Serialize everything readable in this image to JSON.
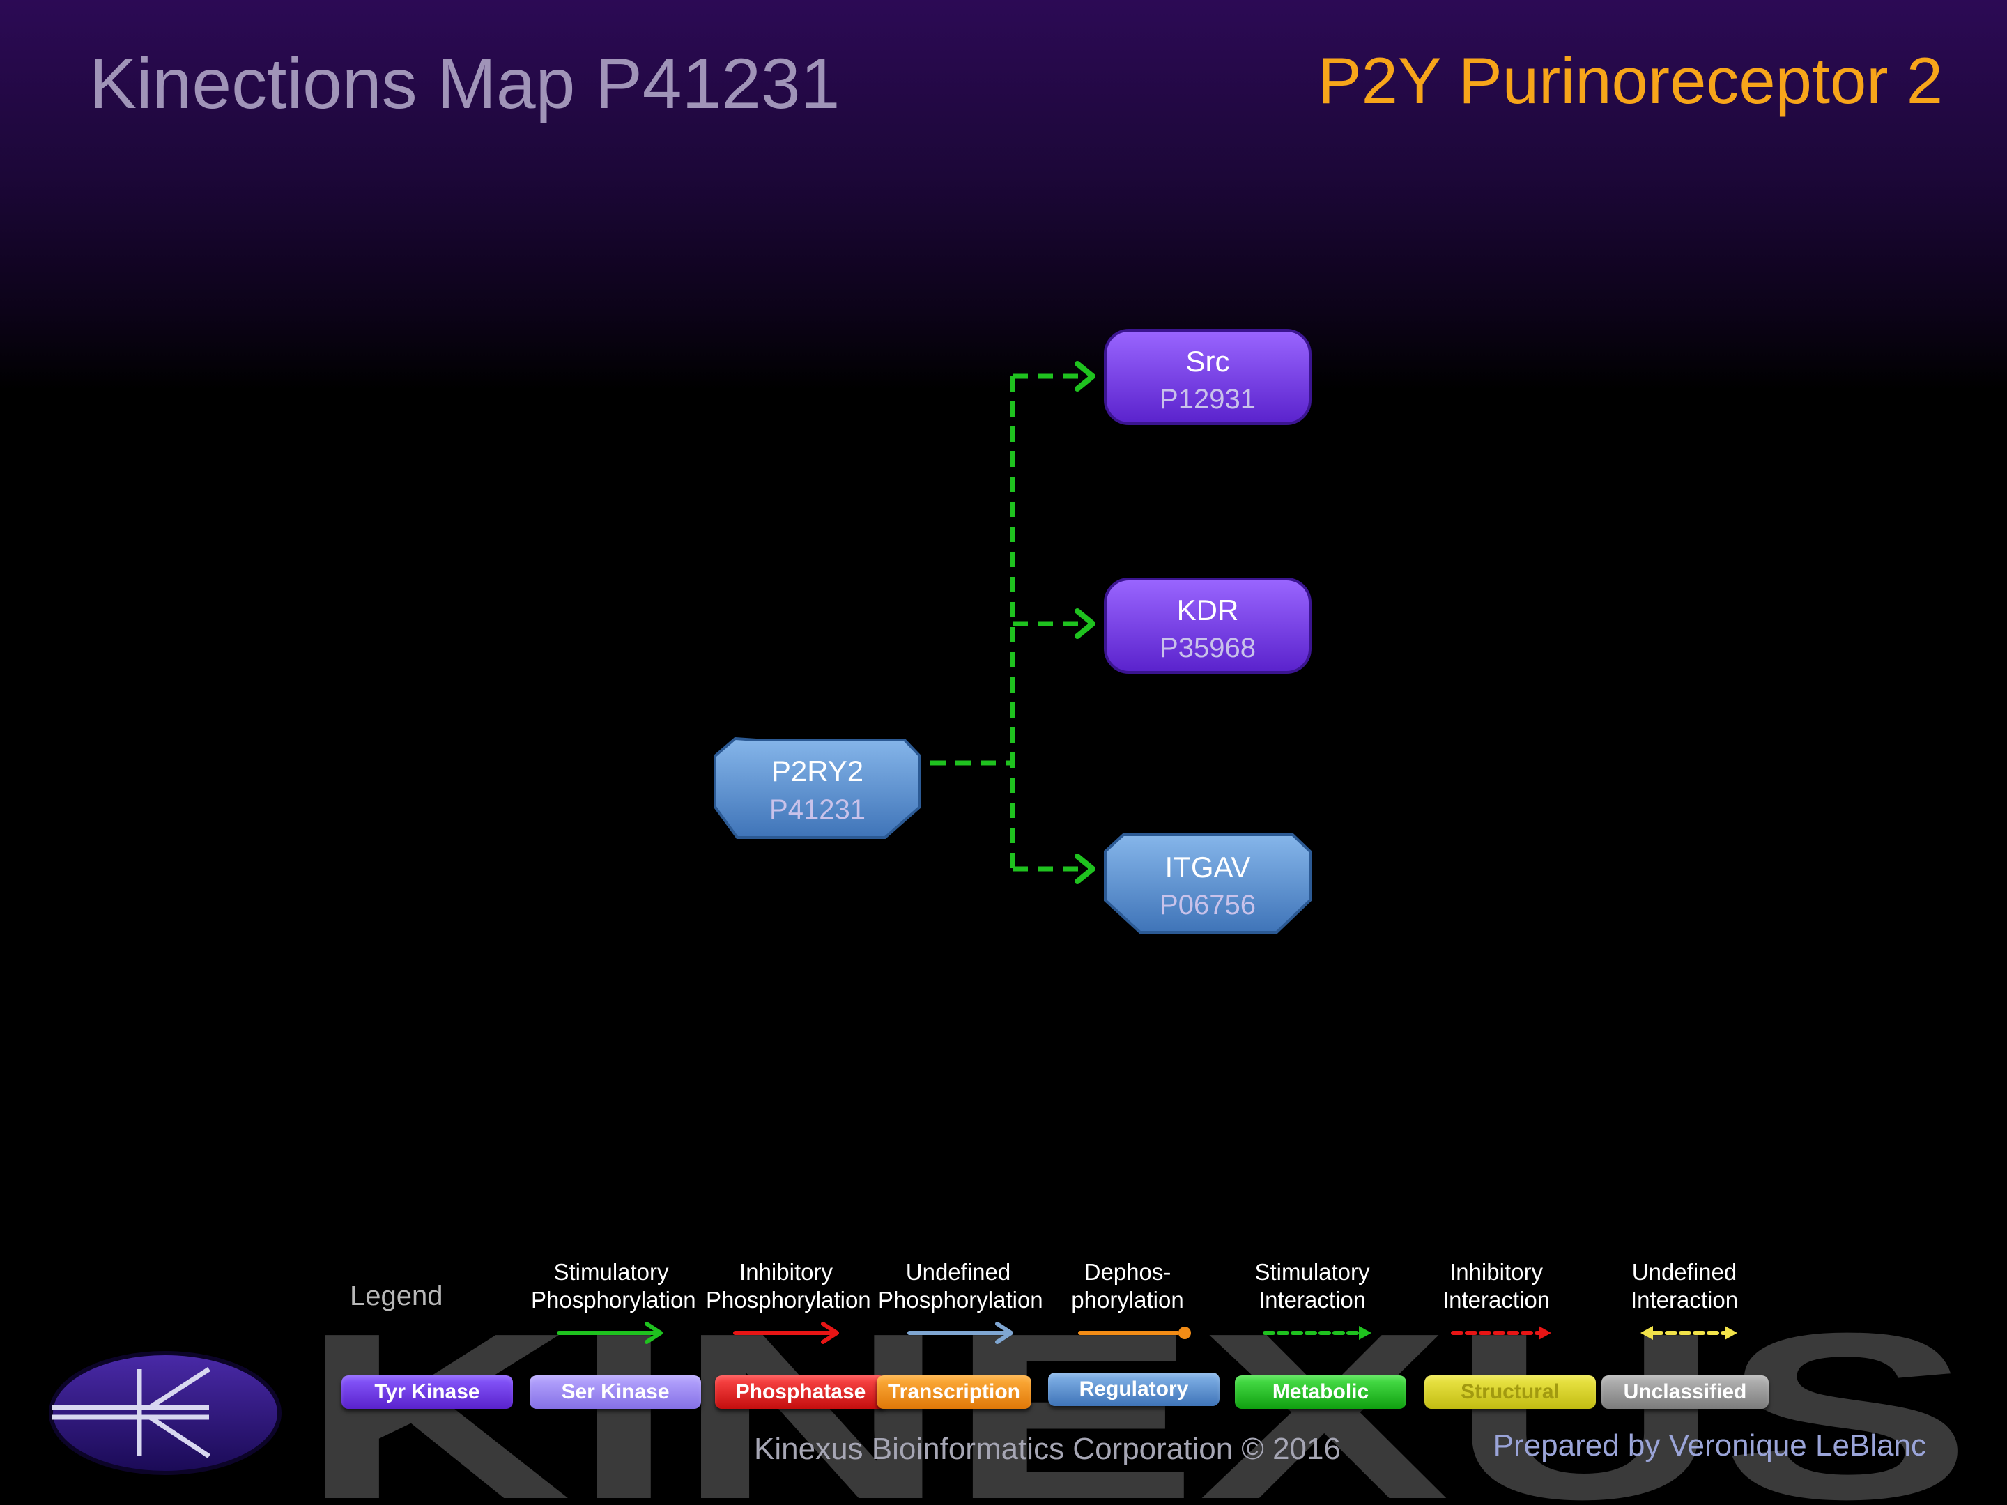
{
  "header": {
    "map_title": "Kinections Map P41231",
    "protein_name": "P2Y Purinoreceptor 2"
  },
  "nodes": [
    {
      "id": "P2RY2",
      "name": "P2RY2",
      "accession": "P41231",
      "category": "Regulatory",
      "color": "#5b9bd5"
    },
    {
      "id": "Src",
      "name": "Src",
      "accession": "P12931",
      "category": "Tyr Kinase",
      "color": "#7b3fe4"
    },
    {
      "id": "KDR",
      "name": "KDR",
      "accession": "P35968",
      "category": "Tyr Kinase",
      "color": "#7b3fe4"
    },
    {
      "id": "ITGAV",
      "name": "ITGAV",
      "accession": "P06756",
      "category": "Regulatory",
      "color": "#5b9bd5"
    }
  ],
  "edges": [
    {
      "from": "P2RY2",
      "to": "Src",
      "type": "Stimulatory Interaction",
      "color": "#1fc21f"
    },
    {
      "from": "P2RY2",
      "to": "KDR",
      "type": "Stimulatory Interaction",
      "color": "#1fc21f"
    },
    {
      "from": "P2RY2",
      "to": "ITGAV",
      "type": "Stimulatory Interaction",
      "color": "#1fc21f"
    }
  ],
  "legend": {
    "label": "Legend",
    "arrows": [
      {
        "line1": "Stimulatory",
        "line2": "Phosphorylation",
        "color": "#1fc21f",
        "style": "solid-arrow"
      },
      {
        "line1": "Inhibitory",
        "line2": "Phosphorylation",
        "color": "#e81515",
        "style": "solid-arrow"
      },
      {
        "line1": "Undefined",
        "line2": "Phosphorylation",
        "color": "#7fa6d2",
        "style": "solid-arrow"
      },
      {
        "line1": "Dephos-",
        "line2": "phorylation",
        "color": "#f28c16",
        "style": "solid-dot"
      },
      {
        "line1": "Stimulatory",
        "line2": "Interaction",
        "color": "#1fc21f",
        "style": "dashed-arrow"
      },
      {
        "line1": "Inhibitory",
        "line2": "Interaction",
        "color": "#e81515",
        "style": "dashed-arrow"
      },
      {
        "line1": "Undefined",
        "line2": "Interaction",
        "color": "#f2e34a",
        "style": "dashed-double"
      }
    ],
    "categories": [
      {
        "label": "Tyr Kinase",
        "color": "#6a2ee0",
        "text_color": "#ffffff"
      },
      {
        "label": "Ser Kinase",
        "color": "#9a86f0",
        "text_color": "#ffffff"
      },
      {
        "label": "Phosphatase",
        "color": "#e01414",
        "text_color": "#ffffff"
      },
      {
        "label": "Transcription",
        "color": "#f08a10",
        "text_color": "#ffffff"
      },
      {
        "label": "Regulatory",
        "color": "#5b8fd0",
        "text_color": "#ffffff"
      },
      {
        "label": "Metabolic",
        "color": "#18c018",
        "text_color": "#ffffff"
      },
      {
        "label": "Structural",
        "color": "#d2cc1a",
        "text_color": "#a29a10"
      },
      {
        "label": "Unclassified",
        "color": "#9a9a9a",
        "text_color": "#ffffff"
      }
    ]
  },
  "watermark": "KINEXUS",
  "footer": {
    "credit": "Kinexus Bioinformatics Corporation © 2016",
    "author": "Prepared by Veronique LeBlanc"
  }
}
